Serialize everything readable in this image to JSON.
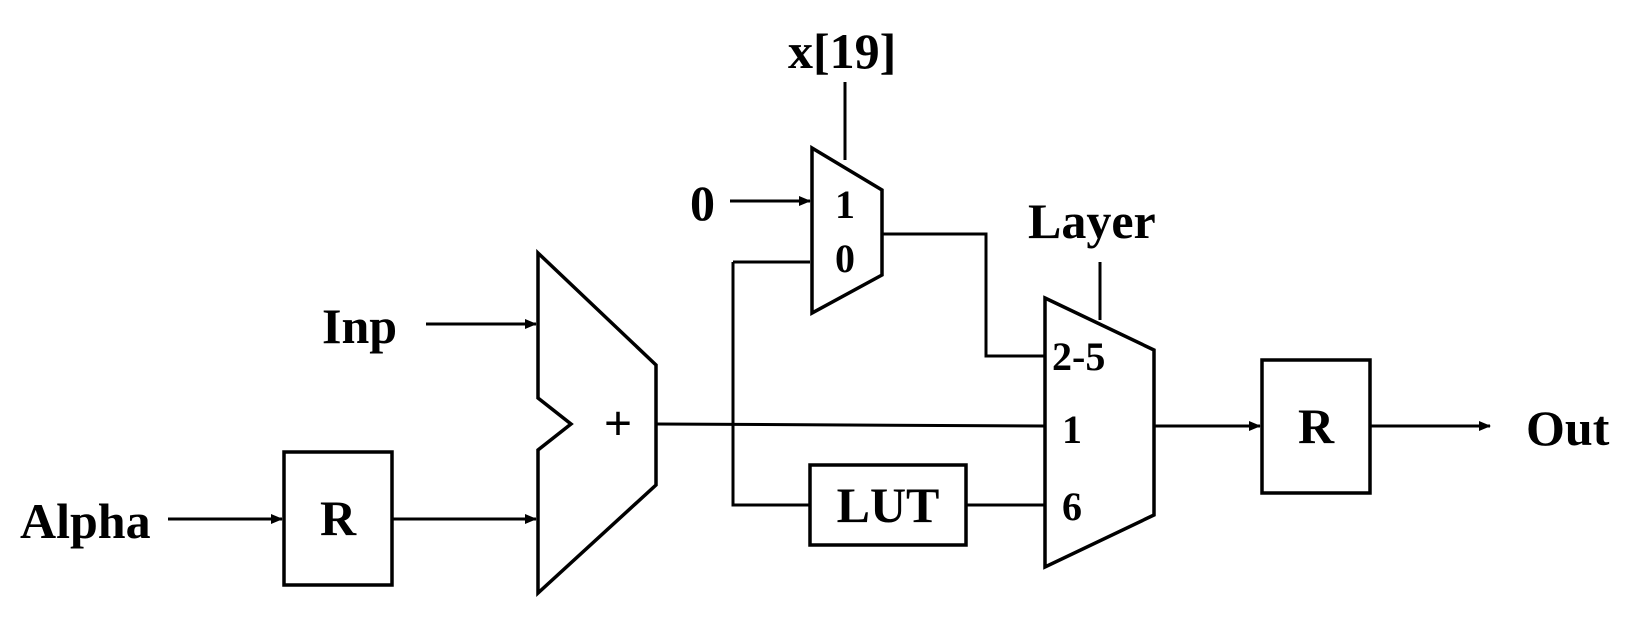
{
  "inputs": {
    "alpha": "Alpha",
    "inp": "Inp",
    "x19": "x[19]",
    "zero": "0",
    "layer": "Layer"
  },
  "output": "Out",
  "blocks": {
    "reg_in": "R",
    "reg_out": "R",
    "adder": "+",
    "lut": "LUT"
  },
  "mux1": {
    "port_top": "1",
    "port_bottom": "0"
  },
  "mux2": {
    "port_top": "2-5",
    "port_mid": "1",
    "port_bottom": "6"
  }
}
